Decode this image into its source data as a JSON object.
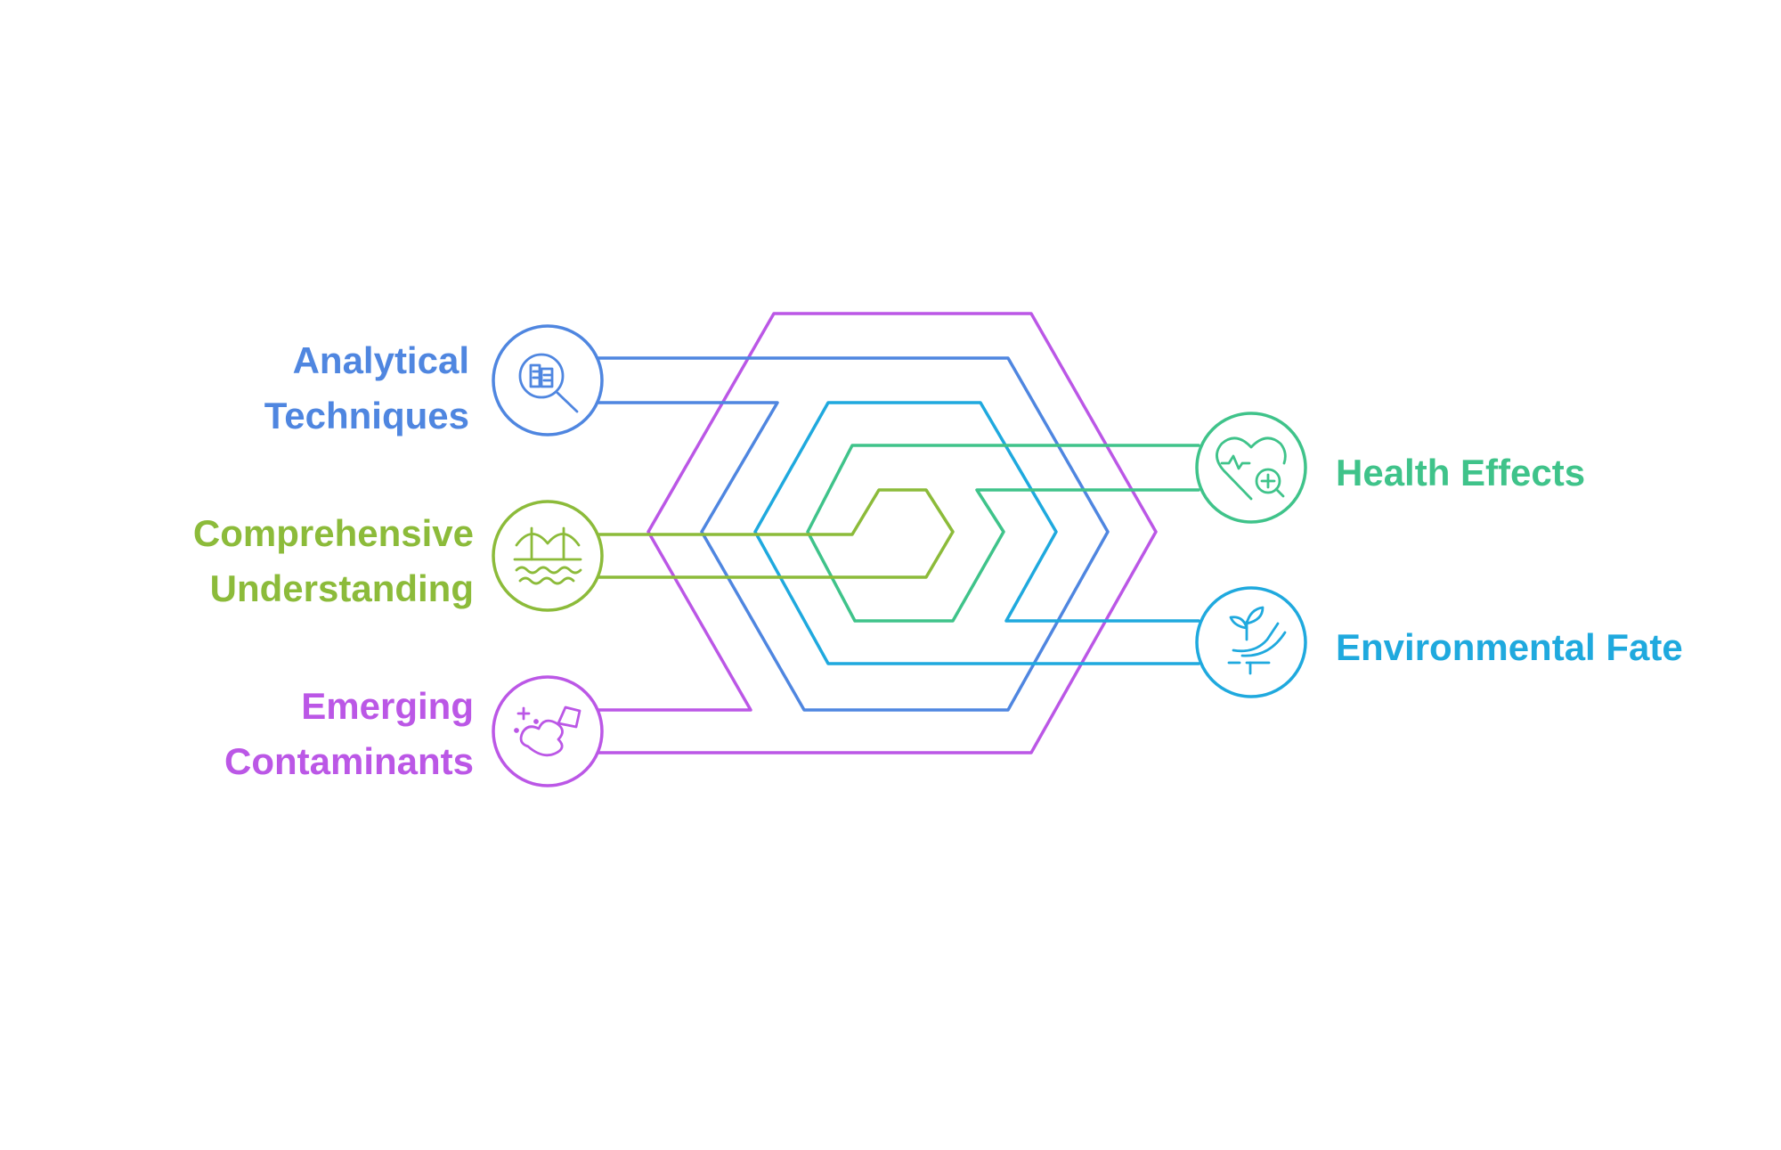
{
  "diagram": {
    "items": [
      {
        "id": "analytical",
        "lines": [
          "Analytical",
          "Techniques"
        ],
        "color": "#4f86e0",
        "icon": "document-magnifier-icon"
      },
      {
        "id": "comprehensive",
        "lines": [
          "Comprehensive",
          "Understanding"
        ],
        "color": "#8cbb3a",
        "icon": "bridge-icon"
      },
      {
        "id": "emerging",
        "lines": [
          "Emerging",
          "Contaminants"
        ],
        "color": "#bb57e6",
        "icon": "spill-icon"
      },
      {
        "id": "health",
        "lines": [
          "Health Effects"
        ],
        "color": "#3fc38a",
        "icon": "heart-health-icon"
      },
      {
        "id": "environmental",
        "lines": [
          "Environmental Fate"
        ],
        "color": "#1fa9de",
        "icon": "plant-hand-icon"
      }
    ]
  }
}
